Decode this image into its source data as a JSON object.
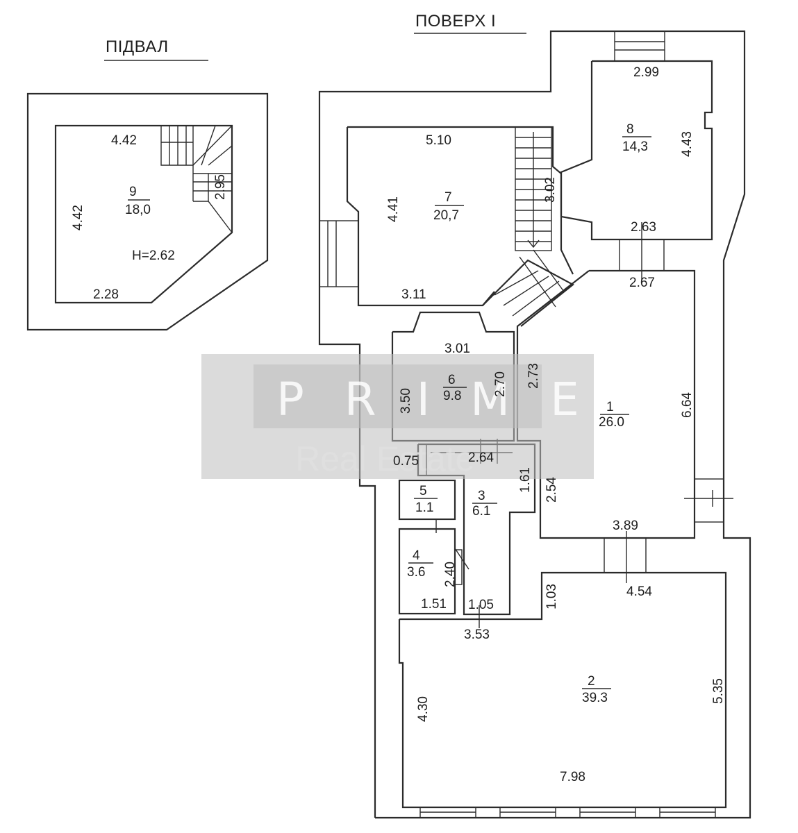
{
  "titles": {
    "basement": "ПІДВАЛ",
    "floor": "ПОВЕРХ І"
  },
  "basement": {
    "room_no": "9",
    "area": "18,0",
    "height": "H=2.62",
    "dims": {
      "top": "4.42",
      "left": "4.42",
      "stair": "2.95",
      "bottom": "2.28"
    }
  },
  "rooms": {
    "r1": {
      "no": "1",
      "area": "26.0",
      "dims": [
        "6.64",
        "2.73",
        "2.54",
        "3.89",
        "2.67"
      ]
    },
    "r2": {
      "no": "2",
      "area": "39.3",
      "dims": [
        "4.54",
        "1.03",
        "3.53",
        "4.30",
        "5.35",
        "7.98"
      ]
    },
    "r3": {
      "no": "3",
      "area": "6.1",
      "dims": [
        "2.64",
        "1.61",
        "1.05"
      ]
    },
    "r4": {
      "no": "4",
      "area": "3.6",
      "dims": [
        "2.40",
        "1.51"
      ]
    },
    "r5": {
      "no": "5",
      "area": "1.1",
      "dims": [
        "0.75"
      ]
    },
    "r6": {
      "no": "6",
      "area": "9.8",
      "dims": [
        "3.01",
        "3.50",
        "2.70"
      ]
    },
    "r7": {
      "no": "7",
      "area": "20,7",
      "dims": [
        "5.10",
        "4.41",
        "3.02",
        "3.11"
      ]
    },
    "r8": {
      "no": "8",
      "area": "14,3",
      "dims": [
        "2.99",
        "4.43",
        "2.63"
      ]
    }
  },
  "watermark": {
    "brand": "PRIME",
    "sub": "Real Estate"
  }
}
